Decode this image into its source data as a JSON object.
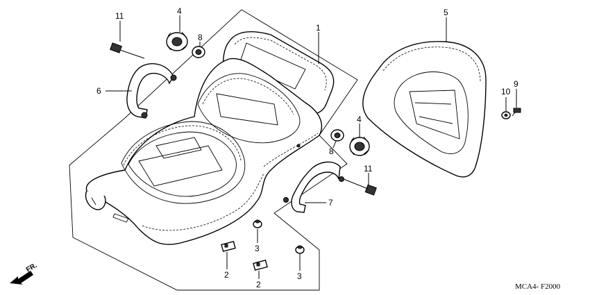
{
  "diagram": {
    "callouts": {
      "c1": "1",
      "c2a": "2",
      "c2b": "2",
      "c3a": "3",
      "c3b": "3",
      "c4a": "4",
      "c4b": "4",
      "c5": "5",
      "c6": "6",
      "c7": "7",
      "c8a": "8",
      "c8b": "8",
      "c9": "9",
      "c10": "10",
      "c11a": "11",
      "c11b": "11"
    },
    "front_label": "FR.",
    "diagram_code": "MCA4- F2000"
  }
}
